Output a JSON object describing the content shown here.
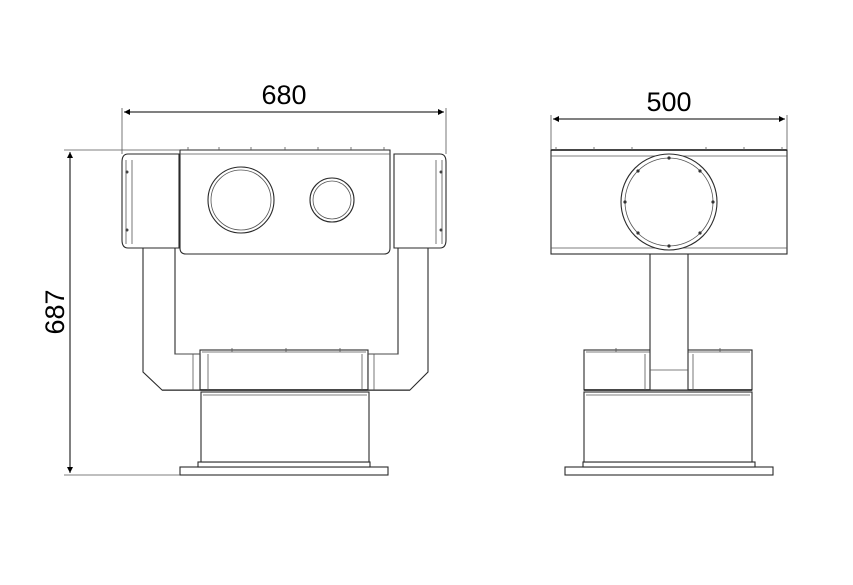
{
  "dimensions": {
    "front_width": "680",
    "height": "687",
    "side_width": "500"
  },
  "colors": {
    "line": "#2a2a2a",
    "background": "#ffffff"
  }
}
